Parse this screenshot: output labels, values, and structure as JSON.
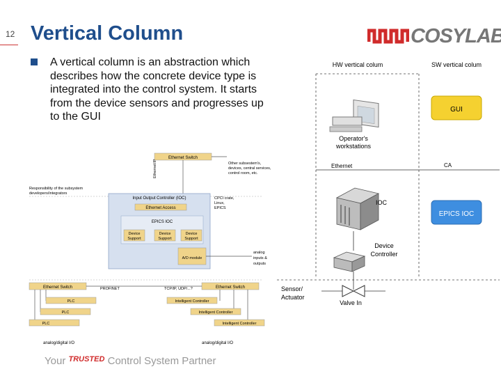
{
  "slide": {
    "number": "12",
    "title": "Vertical Column",
    "bullet": "A vertical column is an abstraction which describes how the concrete device type is integrated into the control system. It starts from the device sensors and progresses up to the GUI"
  },
  "logo": {
    "text": "COSYLAB",
    "color": "#d02b2b"
  },
  "footer": {
    "prefix": "Your",
    "trusted": "TRUSTED",
    "suffix": "Control System Partner"
  },
  "left_diagram": {
    "ethernet_switch_top": "Ethernet Switch",
    "ethernet_ip": "Ethernet/IP",
    "other_subsystems": [
      "Other subsestem's,",
      "devices, central services,",
      "control room, etc."
    ],
    "responsibility": [
      "Responsibility of the subsystem",
      "developers/integrators"
    ],
    "ioc_header": "Input Output Controller (IOC)",
    "ethernet_access": "Ethernet Access",
    "epics_ioc": "EPICS IOC",
    "device_support": [
      "Device",
      "Support"
    ],
    "ad_module": "A/D module",
    "cpu_note": [
      "CPCI crate,",
      "Linux,",
      "EPICS"
    ],
    "analog_note": [
      "analog",
      "inputs &",
      "outputs"
    ],
    "eth_switch_left": "Ethernet Switch",
    "eth_switch_right": "Ethernet Switch",
    "profinet": "PROFINET",
    "tcpip": "TCP/IP, UDP/...?",
    "plc": "PLC",
    "intelligent_controller": "Intelligent Controller",
    "io_left": "analog/digital I/O",
    "io_right": "analog/digital I/O"
  },
  "right_diagram": {
    "hw_header": "HW vertical colum",
    "sw_header": "SW vertical colum",
    "operator": [
      "Operator's",
      "workstations"
    ],
    "gui": "GUI",
    "ethernet": "Ethernet",
    "ca": "CA",
    "ioc": "IOC",
    "epics_ioc": "EPICS IOC",
    "device_controller": [
      "Device",
      "Controller"
    ],
    "sensor": [
      "Sensor/",
      "Actuator"
    ],
    "valve": "Valve In"
  }
}
